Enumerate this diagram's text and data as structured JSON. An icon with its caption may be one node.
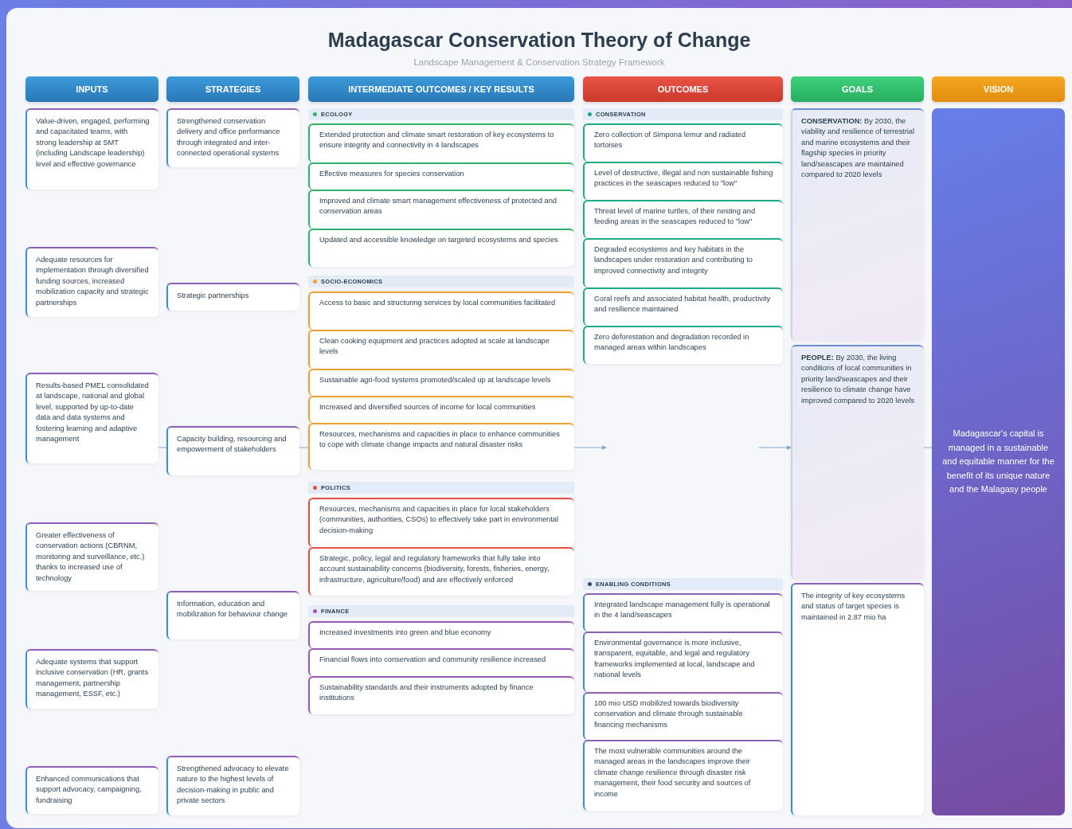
{
  "diagram": {
    "title": "Madagascar Conservation Theory of Change",
    "nodes": [
      {
        "text": [
          "INPUTS"
        ]
      },
      {
        "text": [
          "STRATEGIES"
        ]
      },
      {
        "text": [
          "INTERMEDIATE OUTCOMES / KEY RESULTS"
        ]
      },
      {
        "text": [
          "OUTCOMES"
        ]
      },
      {
        "text": [
          "GOALS"
        ]
      },
      {
        "text": [
          "VISION"
        ]
      },
      {
        "text": [
          "Value-driven, engaged, performing and capacitated teams, with strong leadership at SMT (including Landscape leadership) level and effective governance"
        ]
      },
      {
        "text": [
          "Adequate resources for implementation through diversified funding sources, increased mobilization capacity and strategic partnerships"
        ]
      },
      {
        "text": [
          "Results-based PMEL consolidated at landscape, national and global level, supported by up-to-date data and data systems and fostering learning and adaptive management"
        ]
      },
      {
        "text": [
          "Greater effectiveness of conservation actions (CBRNM, monitoring and surveillance, etc.) thanks to increased use of technology"
        ]
      },
      {
        "text": [
          "Adequate systems that support inclusive conservation (HR, grants management, partnership management, ESSF, etc.)"
        ]
      },
      {
        "text": [
          "Enhanced communications that support advocacy, campaigning, fundraising"
        ]
      },
      {
        "text": [
          "Strengthened conservation delivery and office performance through integrated and inter-connected operational systems"
        ]
      },
      {
        "text": [
          "Strategic partnerships"
        ]
      },
      {
        "text": [
          "Capacity building, resourcing and empowerment of stakeholders"
        ]
      },
      {
        "text": [
          "Information, education and mobilization for behaviour change"
        ]
      },
      {
        "text": [
          "Strengthened advocacy to elevate nature to the highest levels of decision-making in public and private sectors"
        ]
      },
      {
        "text": [
          "ECOLOGY"
        ]
      },
      {
        "text": [
          "Extended protection and climate smart restoration of key ecosystems to ensure integrity and connectivity in 4 landscapes"
        ]
      },
      {
        "text": [
          "Effective measures for species conservation"
        ]
      },
      {
        "text": [
          "Improved and climate smart management effectiveness of protected and conservation areas"
        ]
      },
      {
        "text": [
          "Updated and accessible knowledge on targeted ecosystems and species"
        ]
      },
      {
        "text": [
          "SOCIO-ECONOMICS"
        ]
      },
      {
        "text": [
          "Access to basic and structuring services by local communities facilitated"
        ]
      },
      {
        "text": [
          "Clean cooking equipment and practices adopted at scale at landscape levels"
        ]
      },
      {
        "text": [
          "Sustainable agri-food systems promoted/scaled up at landscape levels"
        ]
      },
      {
        "text": [
          "Increased and diversified sources of income for local communities"
        ]
      },
      {
        "text": [
          "Resources, mechanisms and capacities in place to enhance communities to cope with climate change impacts and natural disaster risks"
        ]
      },
      {
        "text": [
          "POLITICS"
        ]
      },
      {
        "text": [
          "Resources, mechanisms and capacities in place for local stakeholders (communities, authorities, CSOs) to effectively take part in environmental decision-making"
        ]
      },
      {
        "text": [
          "Strategic, policy, legal and regulatory frameworks that fully take into account sustainability concerns (biodiversity, forests, fisheries, energy, infrastructure, agriculture/food) and are effectively enforced"
        ]
      },
      {
        "text": [
          "FINANCE"
        ]
      },
      {
        "text": [
          "Increased investments into green and blue economy"
        ]
      },
      {
        "text": [
          "Financial flows into conservation and community resilience increased"
        ]
      },
      {
        "text": [
          "Sustainability standards and their instruments adopted by finance institutions"
        ]
      },
      {
        "text": [
          "CONSERVATION"
        ]
      },
      {
        "text": [
          "Zero collection of Simpona lemur and radiated tortoises"
        ]
      },
      {
        "text": [
          "Level of destructive, illegal and non sustainable fishing practices in the seascapes reduced to \"low\""
        ]
      },
      {
        "text": [
          "Threat level of marine turtles, of their nesting and feeding areas in the seascapes reduced to \"low\""
        ]
      },
      {
        "text": [
          "Degraded ecosystems and key habitats in the landscapes under restoration and contributing to improved connectivity and integrity"
        ]
      },
      {
        "text": [
          "Coral reefs and associated habitat health, productivity and resilience maintained"
        ]
      },
      {
        "text": [
          "Zero deforestation and degradation recorded in managed areas within landscapes"
        ]
      },
      {
        "text": [
          "ENABLING CONDITIONS"
        ]
      },
      {
        "text": [
          "Integrated landscape management fully is operational in the 4 land/seascapes"
        ]
      },
      {
        "text": [
          "Environmental governance is more inclusive, transparent, equitable, and legal and regulatory frameworks implemented at local, landscape and national levels"
        ]
      },
      {
        "text": [
          "100 mio USD mobilized towards biodiversity conservation and climate through sustainable financing mechanisms"
        ]
      },
      {
        "text": [
          "The most vulnerable communities around the managed areas in the landscapes improve their climate change resilience through disaster risk management, their food security and sources of income"
        ]
      },
      {
        "text": [
          "**CONSERVATION:** By 2030, the viability and resilience of terrestrial and marine ecosystems and their flagship species in priority land/seascapes are maintained compared to 2020 levels"
        ]
      },
      {
        "text": [
          "**PEOPLE:** By 2030, the living conditions of local communities in priority land/seascapes and their resilience to climate change have improved compared to 2020 levels"
        ]
      },
      {
        "text": [
          "The integrity of key ecosystems and status of target species is maintained in 2.87 mio ha"
        ]
      },
      {
        "text": [
          "Madagascar's capital is managed in a sustainable and equitable manner for the benefit of its unique nature and the Malagasy people"
        ]
      }
    ],
    "edges": [
      {
        "from": 8,
        "to": 14,
        "arrow": "none"
      },
      {
        "from": 14,
        "to": 27,
        "arrow": "none"
      },
      {
        "from": 27,
        "to": null,
        "arrow": "to"
      },
      {
        "from": null,
        "to": 48,
        "arrow": "to"
      },
      {
        "from": 48,
        "to": 50,
        "arrow": "none"
      }
    ],
    "labels": [
      "Landscape Management & Conservation Strategy Framework"
    ]
  }
}
